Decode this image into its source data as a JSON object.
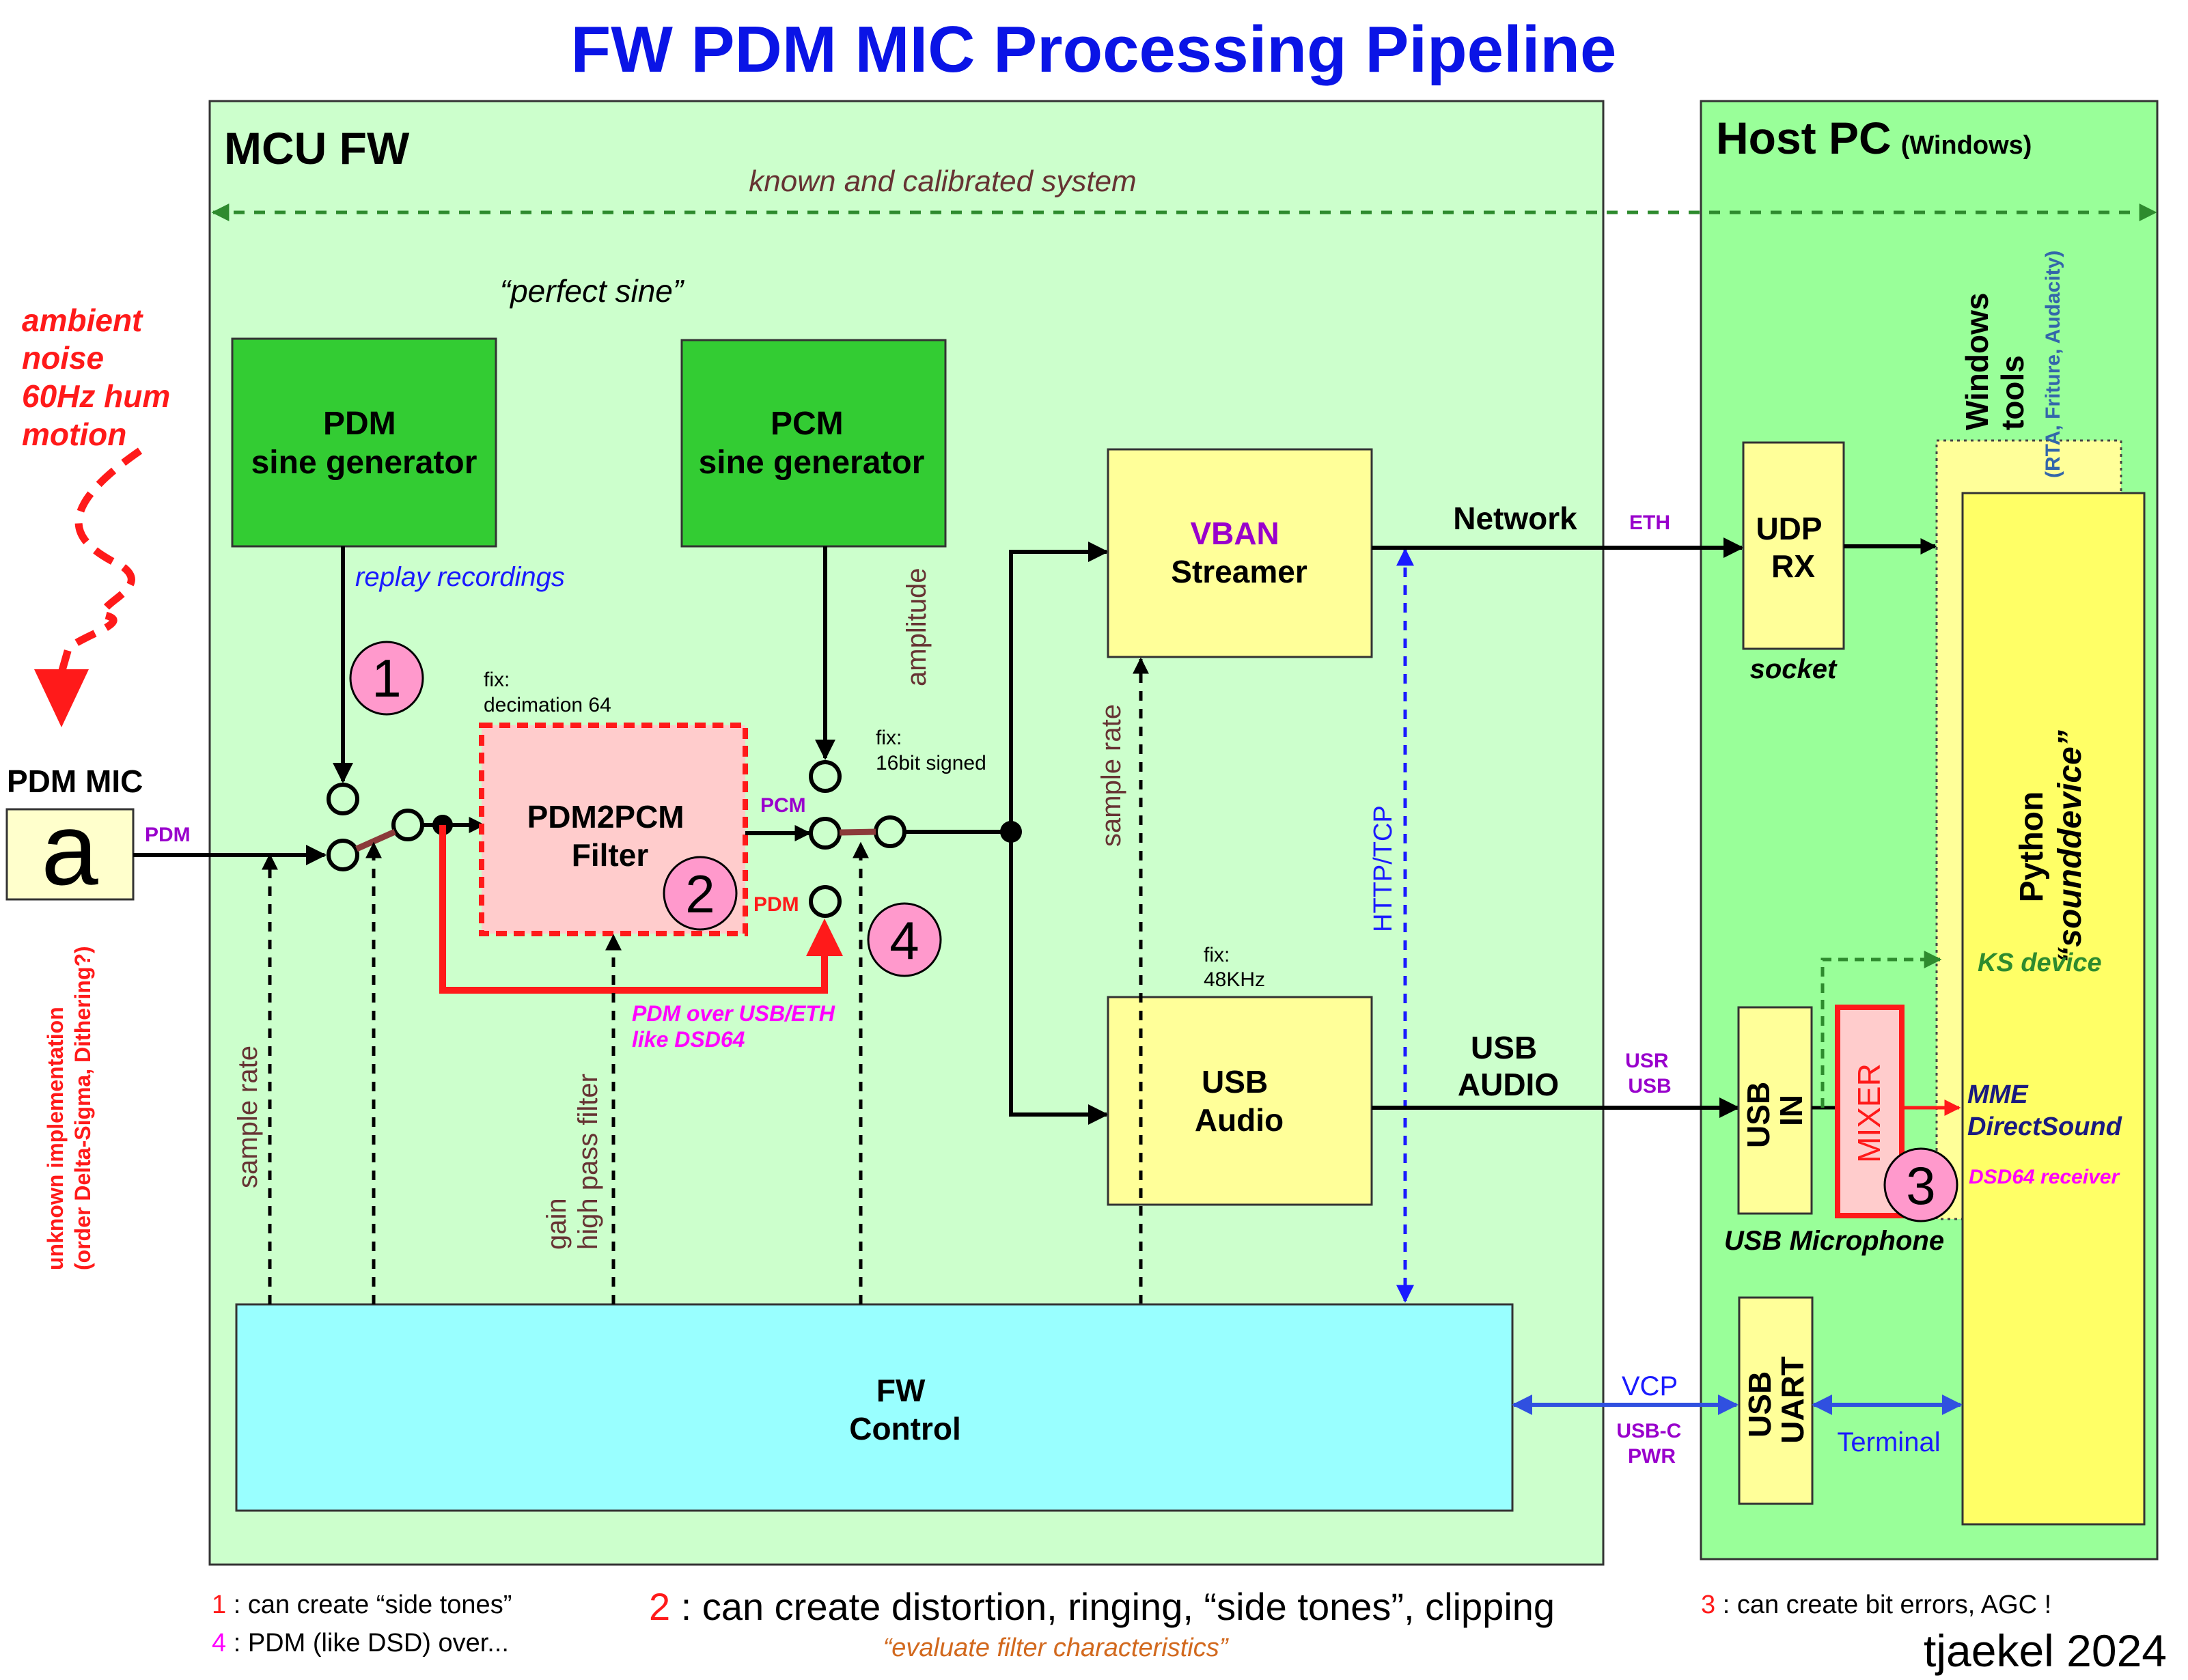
{
  "title": "FW PDM MIC Processing Pipeline",
  "colors": {
    "title": "#0a14e6",
    "mcu_bg": "#ccffcc",
    "host_bg": "#99ff99",
    "green_block": "#33cc33",
    "yellow_block": "#ffff99",
    "filter_bg": "#ffcccc",
    "control_bg": "#99ffff",
    "red": "#ff1a1a",
    "purple": "#9900cc",
    "blue": "#1a1aff",
    "brown": "#663333",
    "magenta": "#ff00ff",
    "pink_marker": "#ff99cc"
  },
  "mcu": {
    "title": "MCU FW",
    "known_system": "known and calibrated system",
    "perfect_sine": "“perfect sine”"
  },
  "host": {
    "title": "Host PC",
    "subtitle": "(Windows)"
  },
  "ambient": {
    "lines": [
      "ambient",
      "noise",
      "60Hz hum",
      "motion"
    ]
  },
  "mic": {
    "label": "PDM MIC",
    "glyph": "a",
    "signal": "PDM",
    "impl_line1": "unknown implementation",
    "impl_line2": "(order Delta-Sigma, Dithering?)"
  },
  "blocks": {
    "pdm_gen": {
      "line1": "PDM",
      "line2": "sine generator"
    },
    "pcm_gen": {
      "line1": "PCM",
      "line2": "sine generator"
    },
    "filter": {
      "line1": "PDM2PCM",
      "line2": "Filter"
    },
    "vban": {
      "line1": "VBAN",
      "line2": "Streamer"
    },
    "usb_audio": {
      "line1": "USB",
      "line2": "Audio"
    },
    "fw_control": {
      "line1": "FW",
      "line2": "Control"
    },
    "udp_rx": {
      "line1": "UDP",
      "line2": "RX",
      "caption": "socket"
    },
    "usb_in": {
      "line1": "USB",
      "line2": "IN"
    },
    "mixer": {
      "label": "MIXER"
    },
    "usb_uart": {
      "line1": "USB",
      "line2": "UART"
    },
    "python": {
      "line1": "Python",
      "line2": "“sounddevice”"
    },
    "windows_tools": {
      "line1": "Windows",
      "line2": "tools",
      "sub": "(RTA, Friture, Audacity)"
    }
  },
  "labels": {
    "replay": "replay recordings",
    "decimation_1": "fix:",
    "decimation_2": "decimation 64",
    "bits_1": "fix:",
    "bits_2": "16bit signed",
    "amplitude": "amplitude",
    "pcm": "PCM",
    "pdm": "PDM",
    "pdm_over_1": "PDM over USB/ETH",
    "pdm_over_2": "like DSD64",
    "sample_rate_left": "sample rate",
    "gain_1": "gain",
    "gain_2": "high pass filter",
    "sample_rate_mid": "sample rate",
    "http_tcp": "HTTP/TCP",
    "rate48_1": "fix:",
    "rate48_2": "48KHz",
    "network": "Network",
    "eth": "ETH",
    "usb_audio_1": "USB",
    "usb_audio_2": "AUDIO",
    "usr": "USR",
    "usb": "USB",
    "vcp": "VCP",
    "usbc": "USB-C",
    "pwr": "PWR",
    "terminal": "Terminal",
    "ks_device": "KS device",
    "mme": "MME",
    "directsound": "DirectSound",
    "dsd64": "DSD64 receiver",
    "usb_microphone": "USB Microphone"
  },
  "markers": [
    "1",
    "2",
    "3",
    "4"
  ],
  "footer": {
    "n1": "1",
    "t1": " : can create “side tones”",
    "n4": "4",
    "t4": " : PDM (like DSD) over...",
    "n2": "2",
    "t2": " : can create distortion, ringing, “side tones”, clipping",
    "eval": "“evaluate filter characteristics”",
    "n3": "3",
    "t3": " : can create bit errors, AGC !",
    "author": "tjaekel 2024"
  }
}
